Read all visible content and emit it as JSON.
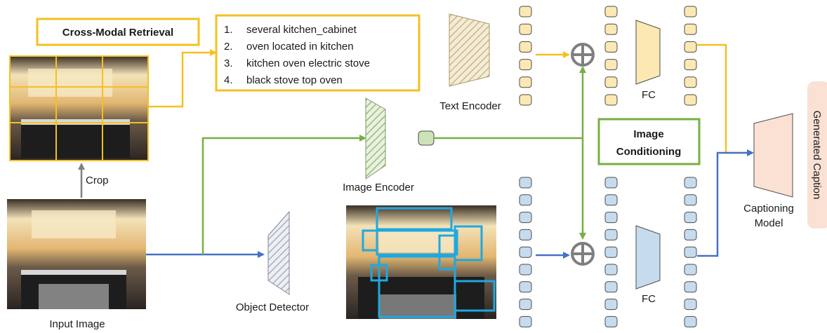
{
  "colors": {
    "yellow": "#f5c021",
    "yellow_fill": "#fbe8b3",
    "green": "#76b043",
    "green_fill": "#cde3b7",
    "blue": "#4472c4",
    "blue_fill": "#c7dbee",
    "box_blue": "#1fa8e1",
    "gray_arrow": "#808080",
    "caption_fill": "#fbe1d4"
  },
  "labels": {
    "retrieval_title": "Cross-Modal Retrieval",
    "crop": "Crop",
    "input_image": "Input Image",
    "text_encoder": "Text Encoder",
    "image_encoder": "Image Encoder",
    "object_detector": "Object Detector",
    "fc_top": "FC",
    "fc_bottom": "FC",
    "conditioning_line1": "Image",
    "conditioning_line2": "Conditioning",
    "captioning_line1": "Captioning",
    "captioning_line2": "Model",
    "generated_caption": "Generated Caption"
  },
  "retrieved_captions": [
    {
      "num": "1.",
      "text": "several kitchen_cabinet"
    },
    {
      "num": "2.",
      "text": "oven located in kitchen"
    },
    {
      "num": "3.",
      "text": "kitchen oven electric stove"
    },
    {
      "num": "4.",
      "text": "black stove top oven"
    }
  ],
  "icons": {
    "combine_top": "circled-plus-icon",
    "combine_bottom": "circled-plus-icon"
  }
}
